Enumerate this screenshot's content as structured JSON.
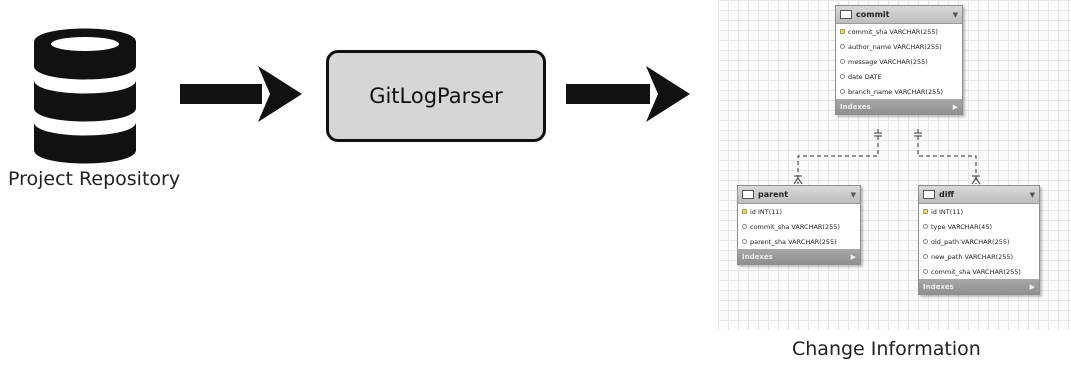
{
  "source": {
    "caption": "Project Repository",
    "icon": "database-icon"
  },
  "parser": {
    "label": "GitLogParser"
  },
  "result": {
    "caption": "Change Information"
  },
  "er_diagram": {
    "tables": {
      "commit": {
        "name": "commit",
        "columns": [
          "commit_sha VARCHAR(255)",
          "author_name VARCHAR(255)",
          "message VARCHAR(255)",
          "date DATE",
          "branch_name VARCHAR(255)"
        ],
        "footer": "Indexes"
      },
      "parent": {
        "name": "parent",
        "columns": [
          "id INT(11)",
          "commit_sha VARCHAR(255)",
          "parent_sha VARCHAR(255)"
        ],
        "footer": "Indexes"
      },
      "diff": {
        "name": "diff",
        "columns": [
          "id INT(11)",
          "type VARCHAR(45)",
          "old_path VARCHAR(255)",
          "new_path VARCHAR(255)",
          "commit_sha VARCHAR(255)"
        ],
        "footer": "Indexes"
      }
    }
  }
}
